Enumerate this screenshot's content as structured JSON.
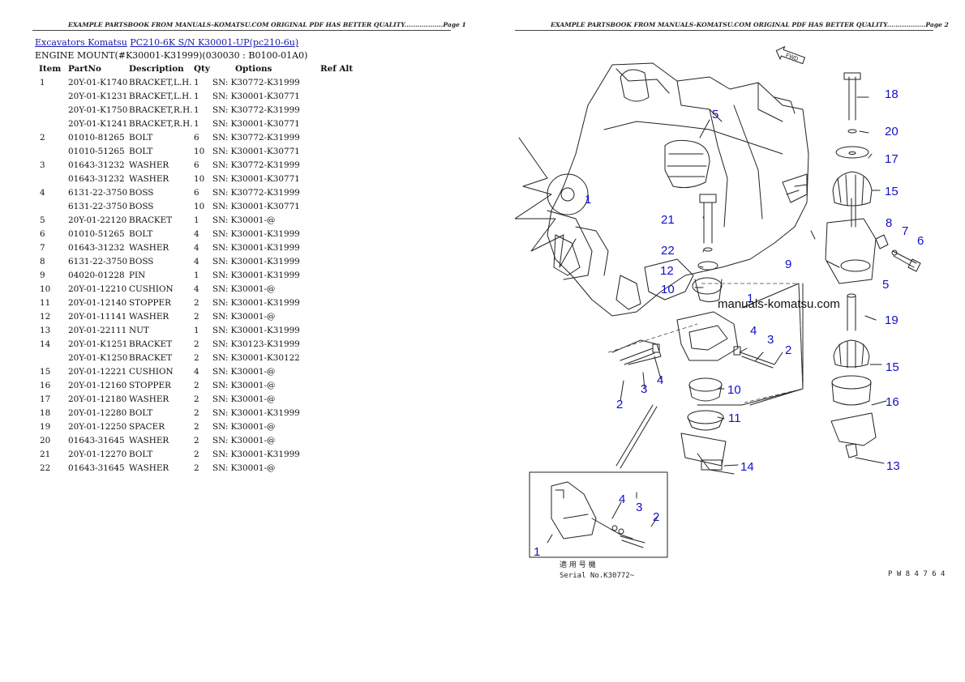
{
  "page1": {
    "header": "EXAMPLE PARTSBOOK FROM MANUALS-KOMATSU.COM ORIGINAL PDF HAS BETTER QUALITY..................Page 1",
    "breadcrumb": {
      "link1": "Excavators Komatsu",
      "link2": "PC210-6K S/N K30001-UP(pc210-6u)"
    },
    "section_title": "ENGINE MOUNT(#K30001-K31999)(030030 : B0100-01A0)",
    "columns": [
      "Item",
      "PartNo",
      "Description",
      "Qty",
      "Options",
      "Ref Alt"
    ],
    "rows": [
      [
        "1",
        "20Y-01-K1740",
        "BRACKET,L.H.",
        "1",
        "SN: K30772-K31999",
        ""
      ],
      [
        "",
        "20Y-01-K1231",
        "BRACKET,L.H.",
        "1",
        "SN: K30001-K30771",
        ""
      ],
      [
        "",
        "20Y-01-K1750",
        "BRACKET,R.H.",
        "1",
        "SN: K30772-K31999",
        ""
      ],
      [
        "",
        "20Y-01-K1241",
        "BRACKET,R.H.",
        "1",
        "SN: K30001-K30771",
        ""
      ],
      [
        "2",
        "01010-81265",
        "BOLT",
        "6",
        "SN: K30772-K31999",
        ""
      ],
      [
        "",
        "01010-51265",
        "BOLT",
        "10",
        "SN: K30001-K30771",
        ""
      ],
      [
        "3",
        "01643-31232",
        "WASHER",
        "6",
        "SN: K30772-K31999",
        ""
      ],
      [
        "",
        "01643-31232",
        "WASHER",
        "10",
        "SN: K30001-K30771",
        ""
      ],
      [
        "4",
        "6131-22-3750",
        "BOSS",
        "6",
        "SN: K30772-K31999",
        ""
      ],
      [
        "",
        "6131-22-3750",
        "BOSS",
        "10",
        "SN: K30001-K30771",
        ""
      ],
      [
        "5",
        "20Y-01-22120",
        "BRACKET",
        "1",
        "SN: K30001-@",
        ""
      ],
      [
        "6",
        "01010-51265",
        "BOLT",
        "4",
        "SN: K30001-K31999",
        ""
      ],
      [
        "7",
        "01643-31232",
        "WASHER",
        "4",
        "SN: K30001-K31999",
        ""
      ],
      [
        "8",
        "6131-22-3750",
        "BOSS",
        "4",
        "SN: K30001-K31999",
        ""
      ],
      [
        "9",
        "04020-01228",
        "PIN",
        "1",
        "SN: K30001-K31999",
        ""
      ],
      [
        "10",
        "20Y-01-12210",
        "CUSHION",
        "4",
        "SN: K30001-@",
        ""
      ],
      [
        "11",
        "20Y-01-12140",
        "STOPPER",
        "2",
        "SN: K30001-K31999",
        ""
      ],
      [
        "12",
        "20Y-01-11141",
        "WASHER",
        "2",
        "SN: K30001-@",
        ""
      ],
      [
        "13",
        "20Y-01-22111",
        "NUT",
        "1",
        "SN: K30001-K31999",
        ""
      ],
      [
        "14",
        "20Y-01-K1251",
        "BRACKET",
        "2",
        "SN: K30123-K31999",
        ""
      ],
      [
        "",
        "20Y-01-K1250",
        "BRACKET",
        "2",
        "SN: K30001-K30122",
        ""
      ],
      [
        "15",
        "20Y-01-12221",
        "CUSHION",
        "4",
        "SN: K30001-@",
        ""
      ],
      [
        "16",
        "20Y-01-12160",
        "STOPPER",
        "2",
        "SN: K30001-@",
        ""
      ],
      [
        "17",
        "20Y-01-12180",
        "WASHER",
        "2",
        "SN: K30001-@",
        ""
      ],
      [
        "18",
        "20Y-01-12280",
        "BOLT",
        "2",
        "SN: K30001-K31999",
        ""
      ],
      [
        "19",
        "20Y-01-12250",
        "SPACER",
        "2",
        "SN: K30001-@",
        ""
      ],
      [
        "20",
        "01643-31645",
        "WASHER",
        "2",
        "SN: K30001-@",
        ""
      ],
      [
        "21",
        "20Y-01-12270",
        "BOLT",
        "2",
        "SN: K30001-K31999",
        ""
      ],
      [
        "22",
        "01643-31645",
        "WASHER",
        "2",
        "SN: K30001-@",
        ""
      ]
    ]
  },
  "page2": {
    "header": "EXAMPLE PARTSBOOK FROM MANUALS-KOMATSU.COM ORIGINAL PDF HAS BETTER QUALITY..................Page 2",
    "watermark": "manuals-komatsu.com",
    "fwd_label": "FWD",
    "callouts": [
      "1",
      "1",
      "1",
      "2",
      "2",
      "2",
      "3",
      "3",
      "3",
      "4",
      "4",
      "4",
      "5",
      "5",
      "6",
      "7",
      "8",
      "9",
      "10",
      "10",
      "11",
      "12",
      "13",
      "14",
      "15",
      "15",
      "16",
      "17",
      "18",
      "19",
      "20",
      "21",
      "22"
    ],
    "inset_caption_jp": "適 用 号 機",
    "inset_caption_serial": "Serial No.K30772~",
    "figure_code": "P W 8 4 7 6 4",
    "colors": {
      "callout": "#1010c8",
      "line": "#222222"
    }
  }
}
